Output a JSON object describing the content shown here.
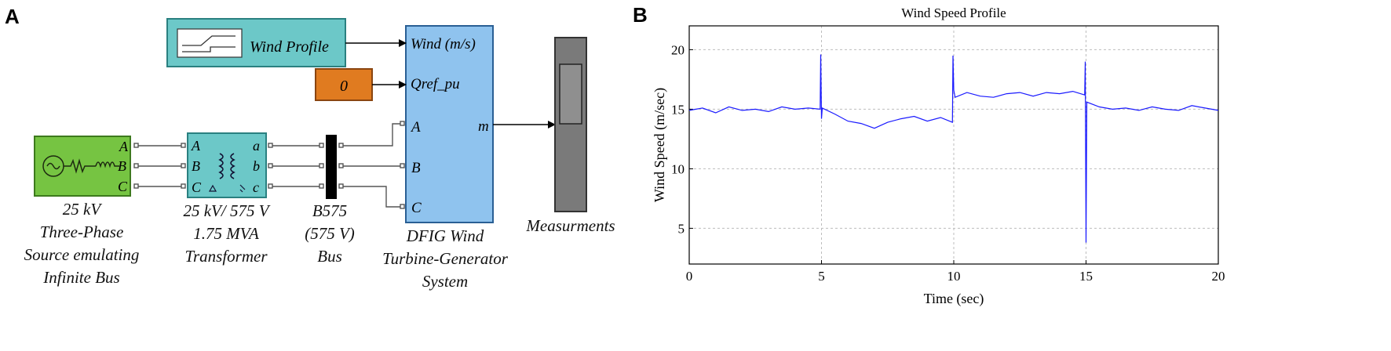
{
  "panel_a": {
    "letter": "A",
    "wind_profile_label": "Wind Profile",
    "constant_value": "0",
    "dfig_ports": {
      "wind": "Wind (m/s)",
      "qref": "Qref_pu",
      "a": "A",
      "b": "B",
      "c": "C",
      "m": "m"
    },
    "source_ports": [
      "A",
      "B",
      "C"
    ],
    "transformer_ports_left": [
      "A",
      "B",
      "C"
    ],
    "transformer_ports_right": [
      "a",
      "b",
      "c"
    ],
    "captions": {
      "source": [
        "25 kV",
        "Three-Phase",
        "Source emulating",
        "Infinite Bus"
      ],
      "transformer": [
        "25 kV/ 575 V",
        "1.75 MVA",
        "Transformer"
      ],
      "bus": [
        "B575",
        "(575 V)",
        "Bus"
      ],
      "dfig": [
        "DFIG Wind",
        "Turbine-Generator",
        "System"
      ],
      "measurements": [
        "Measurments"
      ]
    },
    "colors": {
      "cyan": "#6cc8c8",
      "orange": "#e07b20",
      "green": "#76c442",
      "blue": "#8fc3ee",
      "gray": "#7a7a7a"
    }
  },
  "panel_b": {
    "letter": "B",
    "colors": {
      "line": "#1a1aff",
      "grid": "#bdbdbd"
    }
  },
  "chart_data": {
    "type": "line",
    "title": "Wind Speed Profile",
    "xlabel": "Time (sec)",
    "ylabel": "Wind Speed (m/sec)",
    "xlim": [
      0,
      20
    ],
    "ylim": [
      2,
      22
    ],
    "xticks": [
      0,
      5,
      10,
      15,
      20
    ],
    "yticks": [
      5,
      10,
      15,
      20
    ],
    "grid": true,
    "series": [
      {
        "x": [
          0,
          0.5,
          1,
          1.5,
          2,
          2.5,
          3,
          3.5,
          4,
          4.5,
          4.95,
          4.97,
          5.0,
          5.03,
          5.5,
          6,
          6.5,
          7,
          7.5,
          8,
          8.5,
          9,
          9.5,
          9.95,
          9.97,
          10.0,
          10.05,
          10.5,
          11,
          11.5,
          12,
          12.5,
          13,
          13.5,
          14,
          14.5,
          14.95,
          14.97,
          15.0,
          15.03,
          15.5,
          16,
          16.5,
          17,
          17.5,
          18,
          18.5,
          19,
          19.5,
          20
        ],
        "y": [
          14.9,
          15.1,
          14.7,
          15.2,
          14.9,
          15.0,
          14.8,
          15.2,
          15.0,
          15.1,
          15.0,
          19.6,
          14.2,
          15.1,
          14.6,
          14.0,
          13.8,
          13.4,
          13.9,
          14.2,
          14.4,
          14.0,
          14.3,
          13.9,
          19.5,
          16.6,
          16.0,
          16.4,
          16.1,
          16.0,
          16.3,
          16.4,
          16.1,
          16.4,
          16.3,
          16.5,
          16.2,
          19.0,
          3.8,
          15.6,
          15.2,
          15.0,
          15.1,
          14.9,
          15.2,
          15.0,
          14.9,
          15.3,
          15.1,
          14.9
        ]
      }
    ]
  }
}
